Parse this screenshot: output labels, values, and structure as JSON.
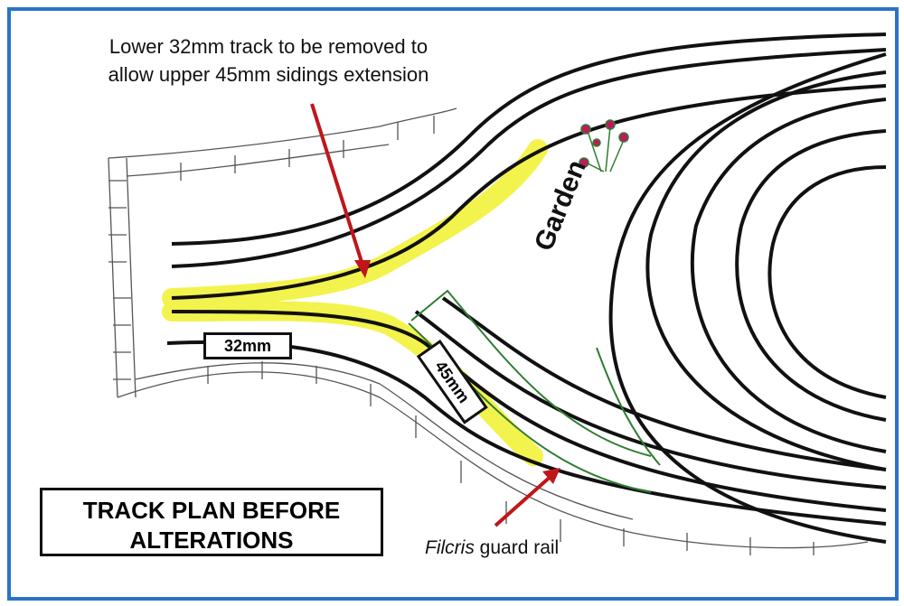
{
  "annotation": {
    "line1": "Lower 32mm track to be removed to",
    "line2": "allow upper 45mm sidings extension"
  },
  "gauge_labels": {
    "small": "32mm",
    "large": "45mm"
  },
  "garden_label": "Garden",
  "title": {
    "line1": "TRACK PLAN BEFORE",
    "line2": "ALTERATIONS"
  },
  "guard_rail": {
    "italic": "Filcris",
    "rest": " guard rail"
  },
  "colors": {
    "frame": "#2a73c9",
    "arrow": "#c0161b",
    "highlight": "#f2f23a",
    "guard_rail": "#2e7d32",
    "track": "#111111"
  }
}
